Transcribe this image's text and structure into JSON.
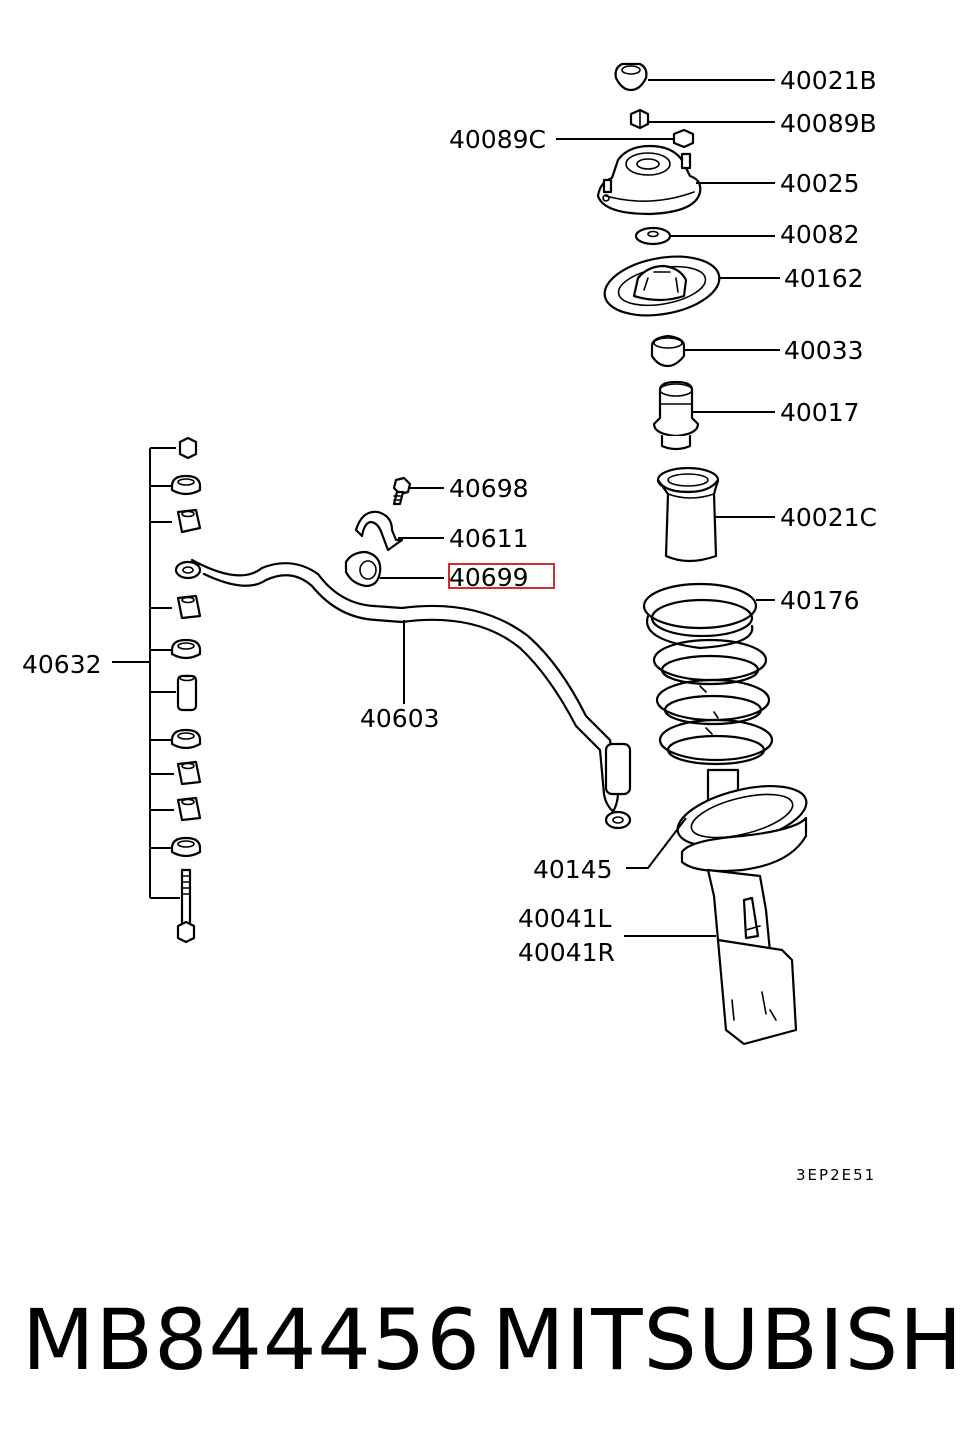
{
  "callouts": [
    {
      "id": "40021B",
      "text": "40021B"
    },
    {
      "id": "40089B",
      "text": "40089B"
    },
    {
      "id": "40089C",
      "text": "40089C"
    },
    {
      "id": "40025",
      "text": "40025"
    },
    {
      "id": "40082",
      "text": "40082"
    },
    {
      "id": "40162",
      "text": "40162"
    },
    {
      "id": "40033",
      "text": "40033"
    },
    {
      "id": "40017",
      "text": "40017"
    },
    {
      "id": "40698",
      "text": "40698"
    },
    {
      "id": "40611",
      "text": "40611"
    },
    {
      "id": "40699",
      "text": "40699",
      "highlighted": true
    },
    {
      "id": "40021C",
      "text": "40021C"
    },
    {
      "id": "40176",
      "text": "40176"
    },
    {
      "id": "40632",
      "text": "40632"
    },
    {
      "id": "40603",
      "text": "40603"
    },
    {
      "id": "40145",
      "text": "40145"
    },
    {
      "id": "40041L",
      "text": "40041L"
    },
    {
      "id": "40041R",
      "text": "40041R"
    }
  ],
  "diagram_code": "3EP2E51",
  "highlight_color": "#d92a2a",
  "footer": {
    "part_number": "MB844456",
    "brand": "MITSUBISHI"
  }
}
